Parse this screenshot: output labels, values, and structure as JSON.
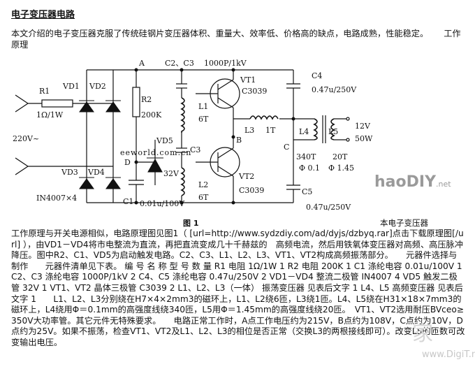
{
  "title": "电子变压器电路",
  "intro": {
    "text": "本文介绍的电子变压器克服了传统硅钢片变压器体积、重量大、效率低、价格高的缺点，电路成熟，性能稳定。",
    "section": "工作原理"
  },
  "schematic": {
    "labels": {
      "A": "A",
      "B": "B",
      "C": "C",
      "D": "D",
      "r1": "R1",
      "r1_val": "1Ω/1W",
      "vd1": "VD1",
      "vd2": "VD2",
      "vd3": "VD3",
      "vd4": "VD4",
      "diode_type": "IN4007×4",
      "input": "220V~",
      "r2": "R2",
      "r2_val": "200K",
      "c1": "C1",
      "c1_val": "0.01u/100V",
      "c2c3": "C2、C3",
      "c2c3_val": "1000P/1kV",
      "c3": "C3",
      "vd5": "VD5",
      "vd5_val": "32V",
      "l1": "L1",
      "l1_val": "6T",
      "l2": "L2",
      "l2_val": "6T",
      "vt1": "VT1",
      "vt1_type": "C3039",
      "vt2": "VT2",
      "vt2_type": "C3039",
      "l3": "L3",
      "l3_val": "1T",
      "c4": "C4",
      "c4_val": "0.47u/250V",
      "c5": "C5",
      "c5_val": "0.47u/250V",
      "l4": "L4",
      "l5": "L5",
      "l4_turns": "340T",
      "l4_wire": "Φ 0.1",
      "l5_turns": "20T",
      "l5_wire": "Φ 1.45",
      "out_v": "12V",
      "out_w": "50W"
    },
    "watermark": "eeworld.com.cn"
  },
  "figure": {
    "label": "图 1",
    "caption": "本电子变压器"
  },
  "body_text": "工作原理与开关电源相似，电路原理图见图1（ [url=http://www.sydzdiy.com/ad/dyjs/dzbyq.rar]点击下载原理图[/url] ），由VD1－VD4将市电整流为直流，再把直流变成几十千赫兹的　高频电流，然后用铁氧体变压器对高频、高压脉冲降压。图中R2、C1、VD5为启动触发电路。C2、C3、L1、L2、L3、VT1、VT2构成高频振荡部分。　　元器件选择与制作　　元器件清单见下表。 编 号 名 称 型 号 数 量 R1 电阻 1Ω/1W 1 R2 电阻 200K 1 C1 涤纶电容 0.01u/100V 1 C2、C3 涤纶电容 1000P/1kV 2 C4、C5 涤纶电容 0.47u/250V 2 VD1－VD4 整流二极管 IN4007 4 VD5 触发二极管 32V 1 VT1、VT2 晶体三极管 C3039 2 L1、L2、L3（一体） 振荡变压器 见表后文字 1 L4、L5 高频变压器 见表后文字 1　　L1、L2、L3分别绕在H7×4×2mm3的磁环上，L1、L2绕6匝，L3绕1匝。L4、L5绕在H31×18×7mm3的磁环上，L4绕用Φ＝0.1mm的高强度线绕340匝，L5用Φ＝1.45mm的高强度线绕20匝。　VT1、VT2选用耐压BVceo≥350V大功率管。其它元件无特殊要求。　　电路正常工作时，A点工作电压约为215V，B点约为108V，C点约为10V，D点约为25V。如果不振荡，检查VT1、VT2及L1、L2、L3的相位是否正常（交换L3的两根接线即可）。改变L5的匝数可改变输出电压。",
  "logo": {
    "main": "haoDIY",
    "suffix": ".net"
  },
  "watermark_jia": "家",
  "watermark_site": "www.DigiT.net"
}
